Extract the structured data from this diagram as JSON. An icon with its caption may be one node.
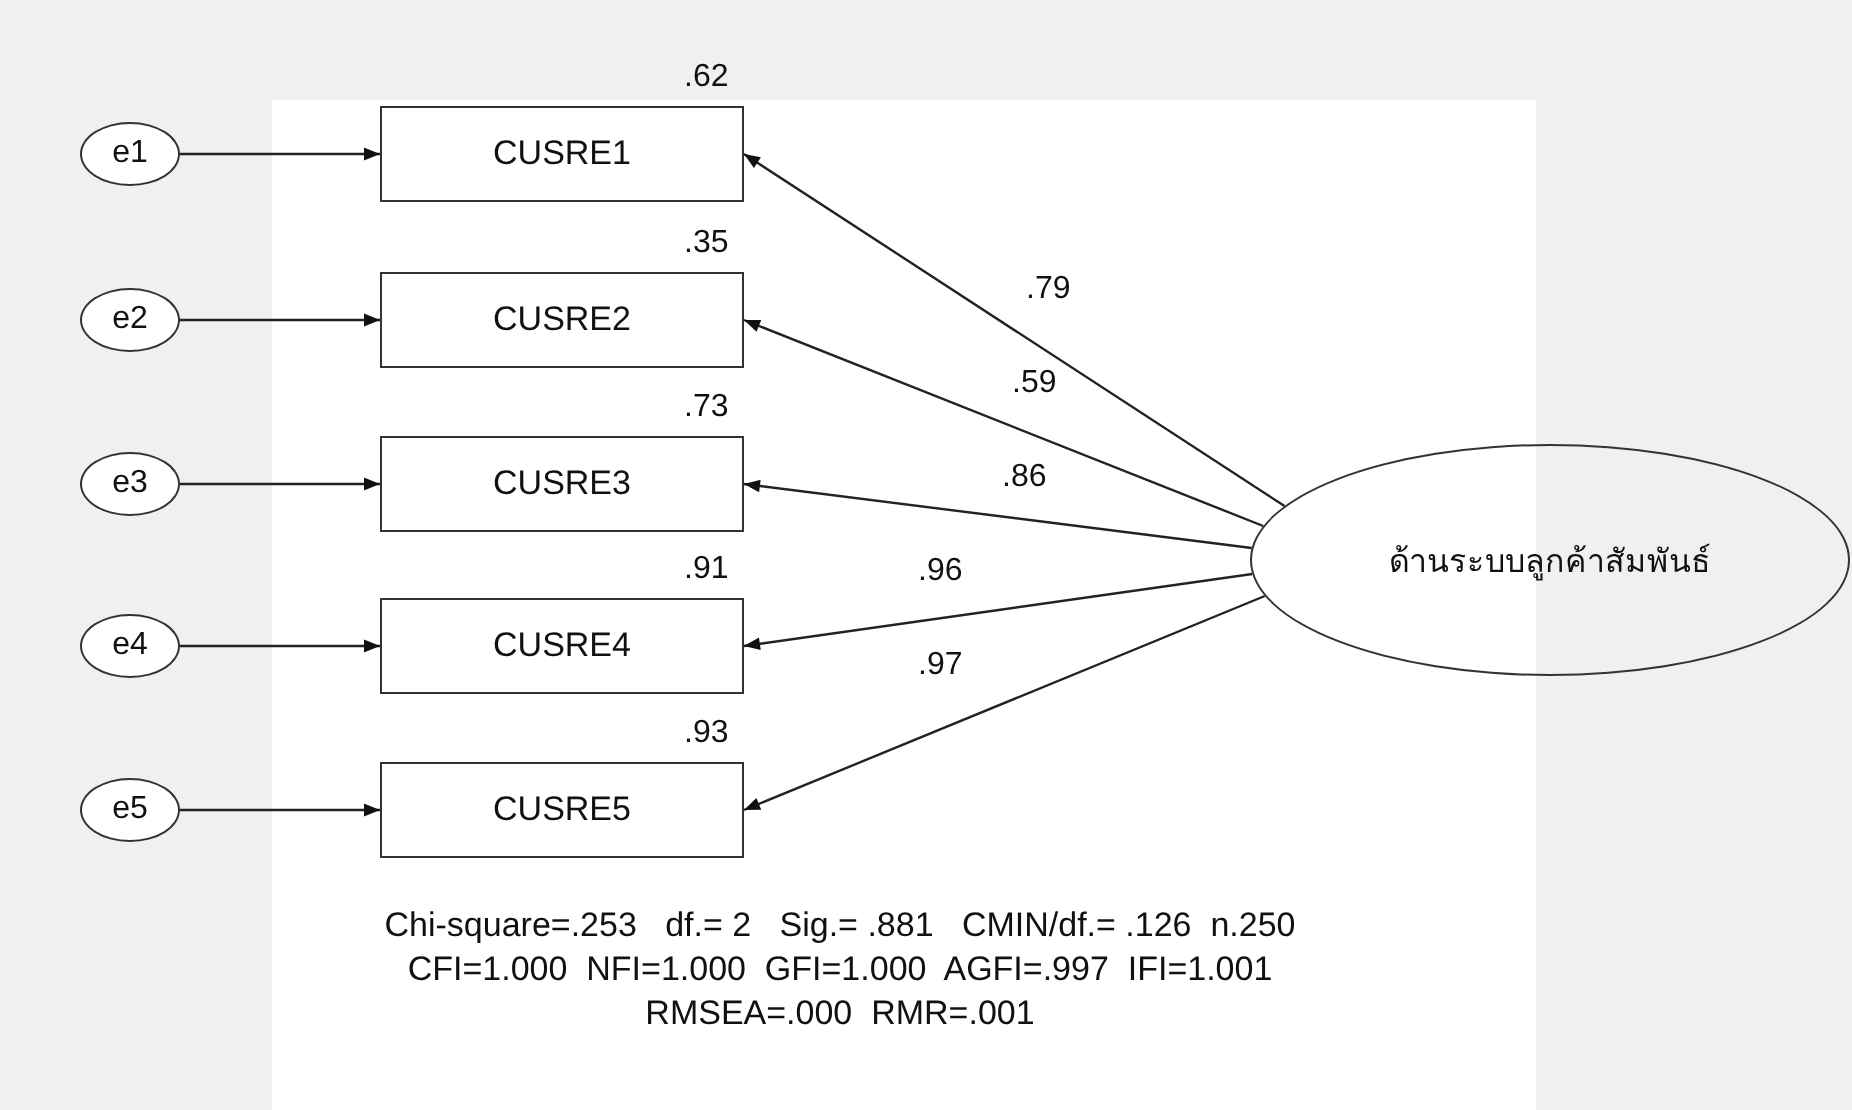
{
  "diagram": {
    "nodes": [
      {
        "text": [
          "e1"
        ]
      },
      {
        "text": [
          "e2"
        ]
      },
      {
        "text": [
          "e3"
        ]
      },
      {
        "text": [
          "e4"
        ]
      },
      {
        "text": [
          "e5"
        ]
      },
      {
        "text": [
          "CUSRE1"
        ],
        "beside": [
          ".62"
        ]
      },
      {
        "text": [
          "CUSRE2"
        ],
        "beside": [
          ".35"
        ]
      },
      {
        "text": [
          "CUSRE3"
        ],
        "beside": [
          ".73"
        ]
      },
      {
        "text": [
          "CUSRE4"
        ],
        "beside": [
          ".91"
        ]
      },
      {
        "text": [
          "CUSRE5"
        ],
        "beside": [
          ".93"
        ]
      },
      {
        "text": [
          "ด้านระบบลูกค้าสัมพันธ์"
        ]
      }
    ],
    "edges": [
      {
        "from": 0,
        "to": 5,
        "arrow": "to"
      },
      {
        "from": 1,
        "to": 6,
        "arrow": "to"
      },
      {
        "from": 2,
        "to": 7,
        "arrow": "to"
      },
      {
        "from": 3,
        "to": 8,
        "arrow": "to"
      },
      {
        "from": 4,
        "to": 9,
        "arrow": "to"
      },
      {
        "from": 10,
        "to": 5,
        "arrow": "to",
        "label": ".79"
      },
      {
        "from": 10,
        "to": 6,
        "arrow": "to",
        "label": ".59"
      },
      {
        "from": 10,
        "to": 7,
        "arrow": "to",
        "label": ".86"
      },
      {
        "from": 10,
        "to": 8,
        "arrow": "to",
        "label": ".96"
      },
      {
        "from": 10,
        "to": 9,
        "arrow": "to",
        "label": ".97"
      }
    ],
    "labels": [
      "Chi-square=.253   df.= 2   Sig.= .881   CMIN/df.= .126  n.250",
      "CFI=1.000  NFI=1.000  GFI=1.000  AGFI=.997  IFI=1.001",
      "RMSEA=.000  RMR=.001"
    ]
  }
}
